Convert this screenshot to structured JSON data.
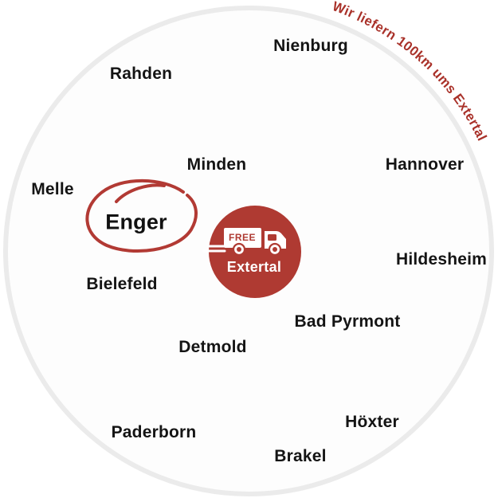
{
  "graphic": {
    "tagline": "Wir liefern 100km ums Extertal",
    "highlighted_city": "Enger",
    "center_badge": {
      "free_label": "FREE",
      "place": "Extertal",
      "icon": "delivery-truck-icon"
    },
    "cities": [
      "Nienburg",
      "Rahden",
      "Minden",
      "Hannover",
      "Melle",
      "Hildesheim",
      "Bielefeld",
      "Bad Pyrmont",
      "Detmold",
      "Paderborn",
      "Höxter",
      "Brakel"
    ],
    "colors": {
      "badge_red": "#af3a32",
      "tagline_red": "#a93129",
      "scribble_red": "#b23a34",
      "label_black": "#141414",
      "circle_fill": "#fdfdfd",
      "circle_rim": "#ebebeb"
    }
  }
}
